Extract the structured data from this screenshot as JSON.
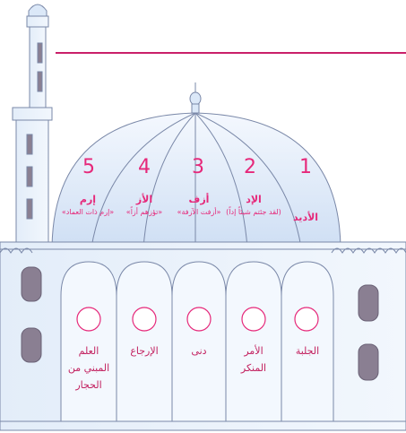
{
  "items": [
    {
      "number": "1",
      "title": "الأديد",
      "subtitle": "",
      "meaning": "الجلبة"
    },
    {
      "number": "2",
      "title": "الإد",
      "subtitle": "(لقد جئتم شيئاً إداً)",
      "meaning": "الأمر المنكر"
    },
    {
      "number": "3",
      "title": "أزف",
      "subtitle": "«أزفت الآزفة»",
      "meaning": "دنى"
    },
    {
      "number": "4",
      "title": "الأز",
      "subtitle": "«تؤزهم أزاً»",
      "meaning": "الإرجاع"
    },
    {
      "number": "5",
      "title": "إرم",
      "subtitle": "«إرم ذات العماد»",
      "meaning": "العلم المبني من الحجار"
    }
  ],
  "colors": {
    "accent": "#e6287a",
    "dome": "#dbe8f8",
    "wall": "#e7f0fb",
    "outline": "#7a88a8",
    "sky_line": "#c91f69"
  }
}
